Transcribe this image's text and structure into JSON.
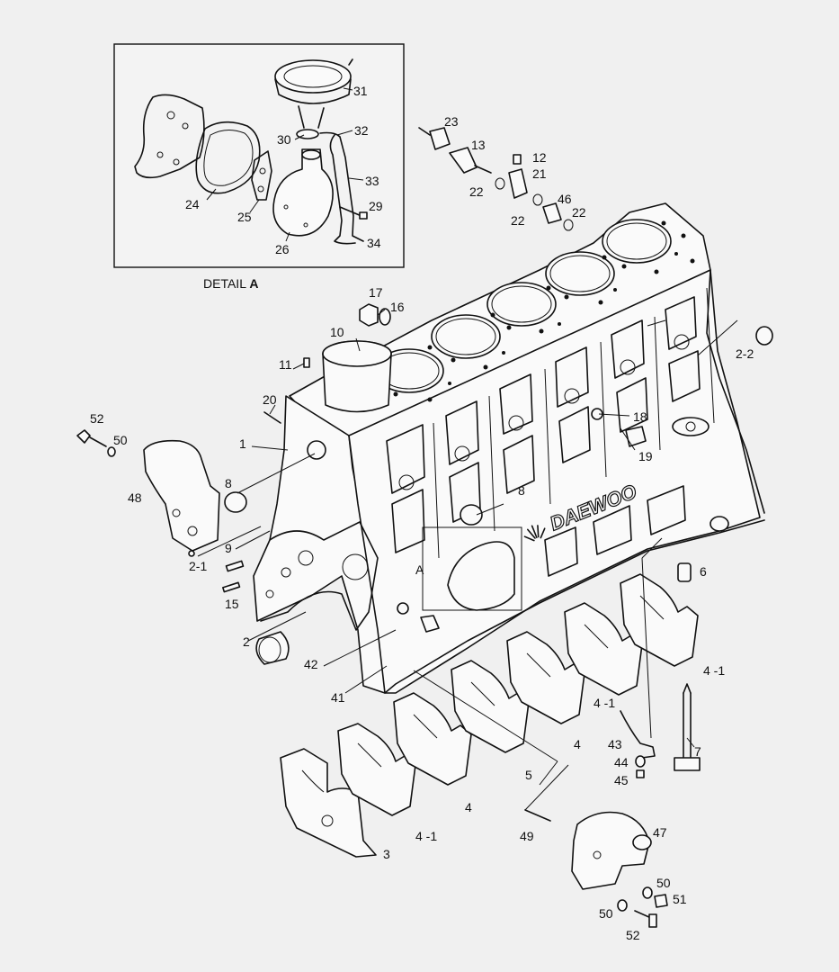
{
  "detail": {
    "caption_prefix": "DETAIL ",
    "caption_letter": "A",
    "parts": [
      "31",
      "32",
      "30",
      "33",
      "29",
      "24",
      "25",
      "26",
      "34"
    ]
  },
  "callouts": {
    "section_letter": "A",
    "brand_text": "DAEWOO",
    "parts": [
      "23",
      "13",
      "12",
      "21",
      "22",
      "46",
      "22",
      "22",
      "17",
      "16",
      "10",
      "11",
      "20",
      "1",
      "52",
      "50",
      "48",
      "8",
      "9",
      "2-1",
      "15",
      "2",
      "42",
      "41",
      "8",
      "18",
      "19",
      "2-2",
      "6",
      "4 -1",
      "4 -1",
      "4",
      "7",
      "43",
      "44",
      "45",
      "5",
      "4",
      "4 -1",
      "3",
      "49",
      "47",
      "50",
      "51",
      "50",
      "52"
    ]
  }
}
